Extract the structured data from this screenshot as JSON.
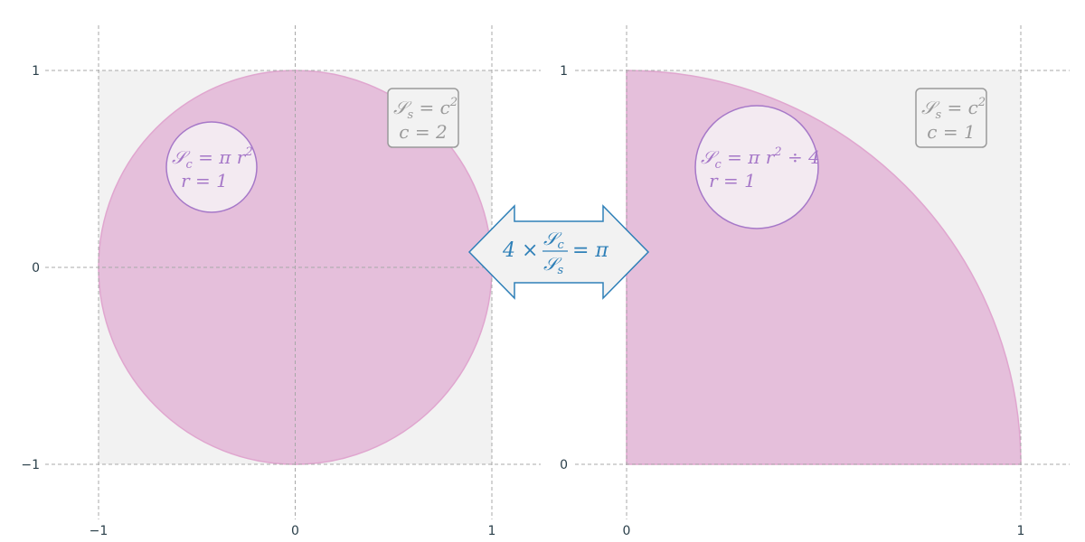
{
  "colors": {
    "square_fill": "#f2f2f2",
    "circle_fill": "#e5bfdb",
    "circle_edge": "#e0a6cf",
    "grid": "#a8a8a8",
    "label_purple": "#a678c8",
    "label_gray": "#9a9a9a",
    "arrow_blue": "#2f80b8",
    "tick_text": "#2a3f4a"
  },
  "left_panel": {
    "x_ticks": [
      "−1",
      "0",
      "1"
    ],
    "y_ticks": [
      "1",
      "0",
      "−1"
    ],
    "circle_label": {
      "line1_main": "𝒮",
      "line1_sub": "c",
      "line1_rest": " = π r",
      "line1_sup": "2",
      "line2": "r = 1"
    },
    "square_label": {
      "line1_main": "𝒮",
      "line1_sub": "s",
      "line1_rest": " = c",
      "line1_sup": "2",
      "line2": "c = 2"
    }
  },
  "right_panel": {
    "x_ticks": [
      "0",
      "1"
    ],
    "y_ticks": [
      "1",
      "0"
    ],
    "circle_label": {
      "line1_main": "𝒮",
      "line1_sub": "c",
      "line1_rest": " = π r",
      "line1_sup": "2",
      "line1_tail": " ÷ 4",
      "line2": "r = 1"
    },
    "square_label": {
      "line1_main": "𝒮",
      "line1_sub": "s",
      "line1_rest": " = c",
      "line1_sup": "2",
      "line2": "c = 1"
    }
  },
  "center_arrow": {
    "prefix": "4 ×",
    "numerator": "𝒮",
    "numerator_sub": "c",
    "denominator": "𝒮",
    "denominator_sub": "s",
    "suffix": "= π"
  }
}
